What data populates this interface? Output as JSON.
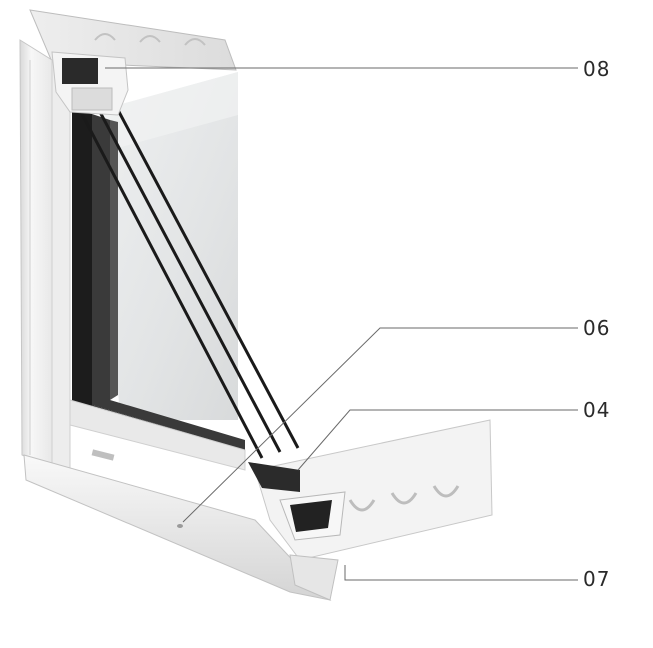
{
  "callouts": [
    {
      "id": "08",
      "label": "08"
    },
    {
      "id": "06",
      "label": "06"
    },
    {
      "id": "04",
      "label": "04"
    },
    {
      "id": "07",
      "label": "07"
    }
  ],
  "colors": {
    "frame_white": "#f2f2f2",
    "frame_shadow": "#c9c9c9",
    "glass": "#e4e6e7",
    "spacer_black": "#1a1a1a",
    "leader_line": "#6a6a6a"
  }
}
